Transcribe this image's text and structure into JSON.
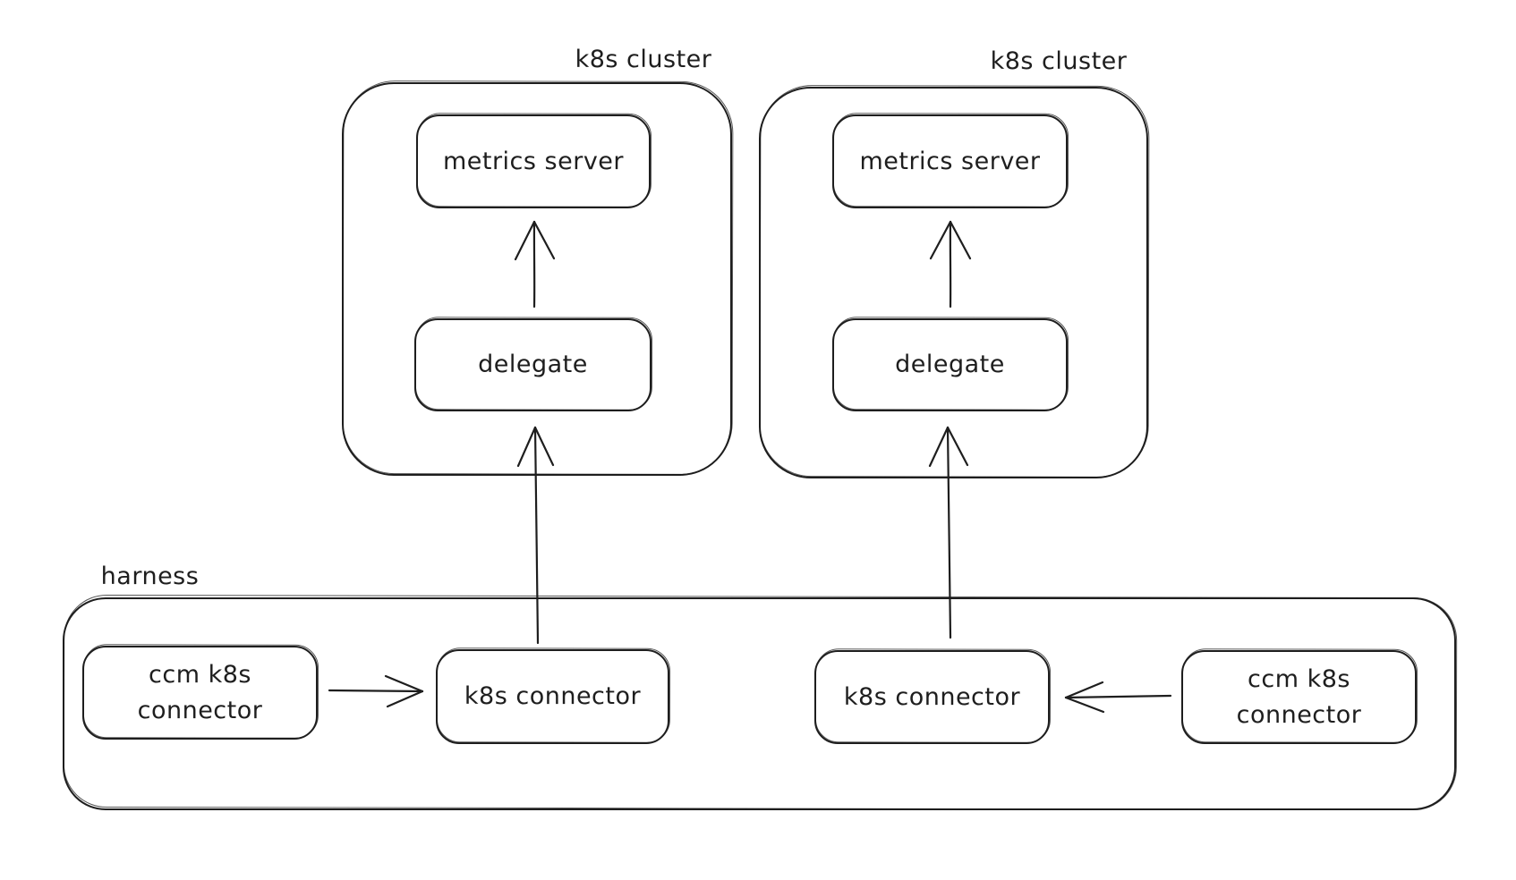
{
  "diagram": {
    "colors": {
      "stroke": "#1e1e1e",
      "background": "#ffffff"
    },
    "clusters": [
      {
        "title": "k8s cluster",
        "metrics_server": "metrics server",
        "delegate": "delegate"
      },
      {
        "title": "k8s cluster",
        "metrics_server": "metrics server",
        "delegate": "delegate"
      }
    ],
    "harness": {
      "title": "harness",
      "left_ccm_connector": "ccm k8s connector",
      "left_k8s_connector": "k8s connector",
      "right_k8s_connector": "k8s connector",
      "right_ccm_connector": "ccm k8s connector"
    }
  }
}
